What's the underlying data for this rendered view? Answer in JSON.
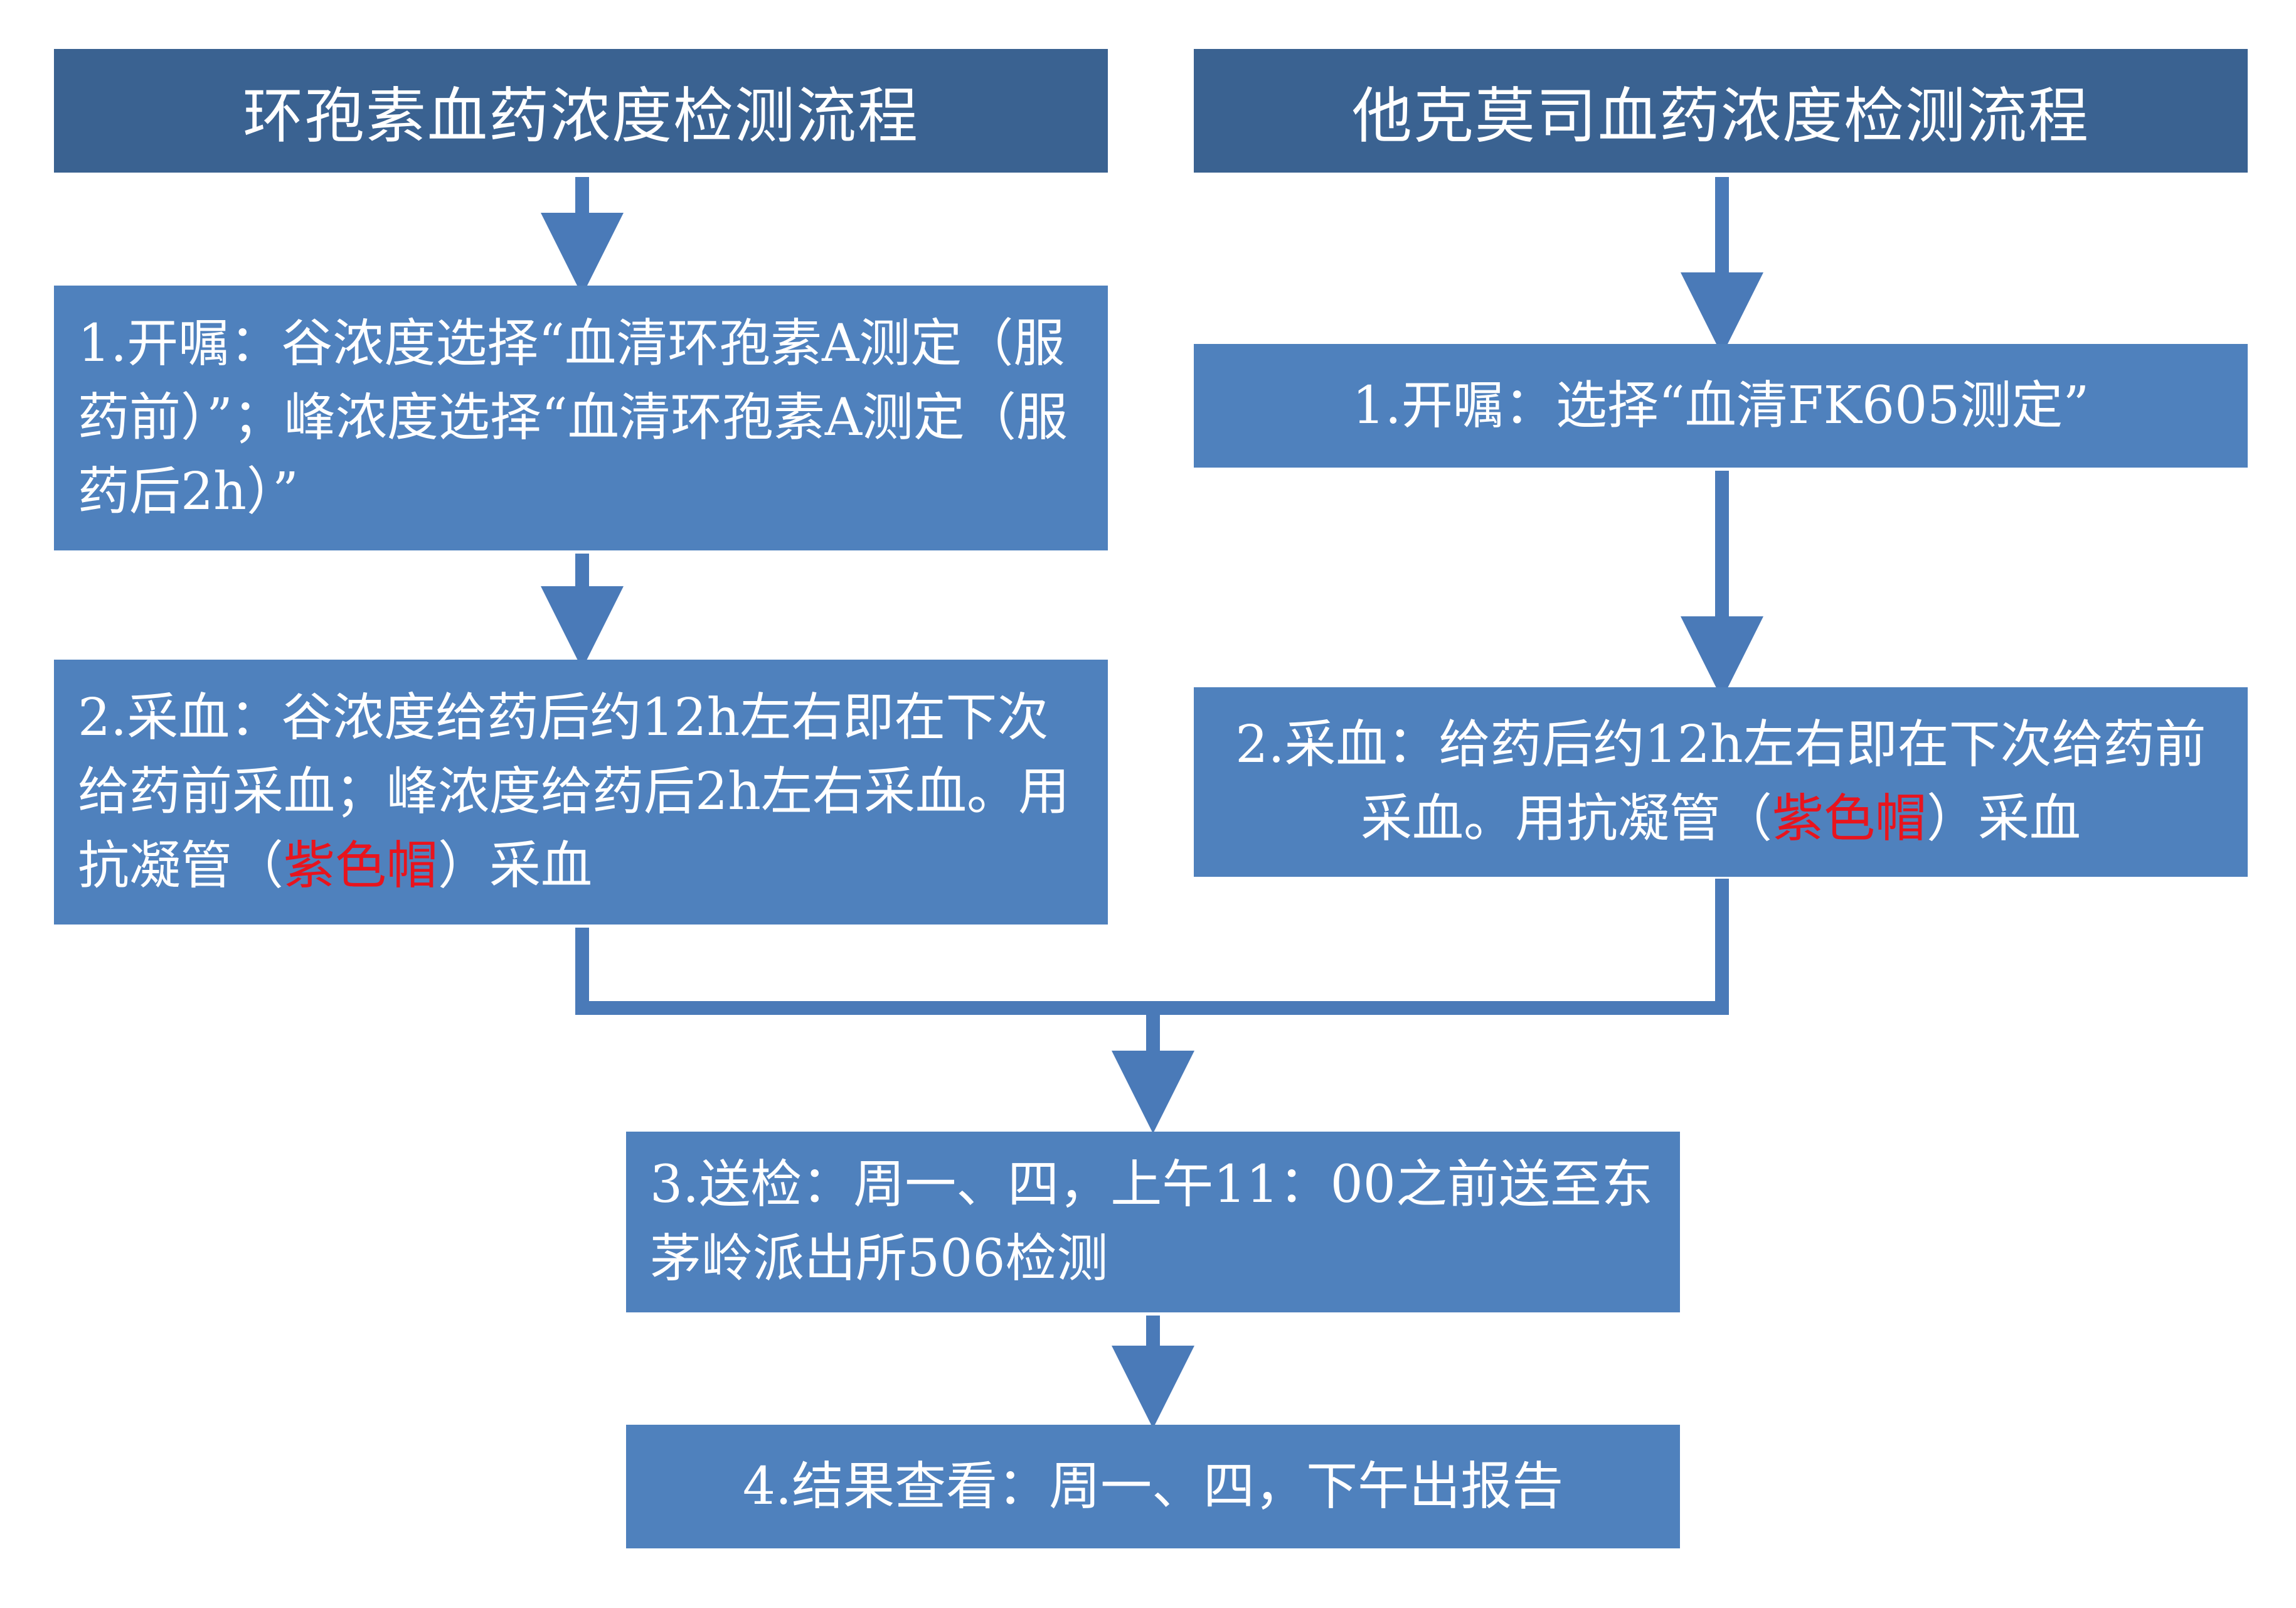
{
  "left": {
    "header": "环孢素血药浓度检测流程",
    "step1": "1.开嘱：谷浓度选择“血清环孢素A测定（服药前）”；峰浓度选择“血清环孢素A测定（服药后2h）”",
    "step2": {
      "before": "2.采血：谷浓度给药后约12h左右即在下次给药前采血；峰浓度给药后2h左右采血。用抗凝管（",
      "highlight": "紫色帽",
      "after": "）采血"
    }
  },
  "right": {
    "header": "他克莫司血药浓度检测流程",
    "step1": "1.开嘱：选择“血清FK605测定”",
    "step2": {
      "before": "2.采血：给药后约12h左右即在下次给药前采血。用抗凝管（",
      "highlight": "紫色帽",
      "after": "）采血"
    }
  },
  "shared": {
    "step3": "3.送检：周一、四，上午11：00之前送至东茅岭派出所506检测",
    "step4": "4.结果查看：周一、四，下午出报告"
  },
  "colors": {
    "header_bg": "#3a6291",
    "box_bg": "#4f81bd",
    "arrow": "#4a7ab8",
    "highlight": "#e8141d",
    "text": "#ffffff"
  }
}
